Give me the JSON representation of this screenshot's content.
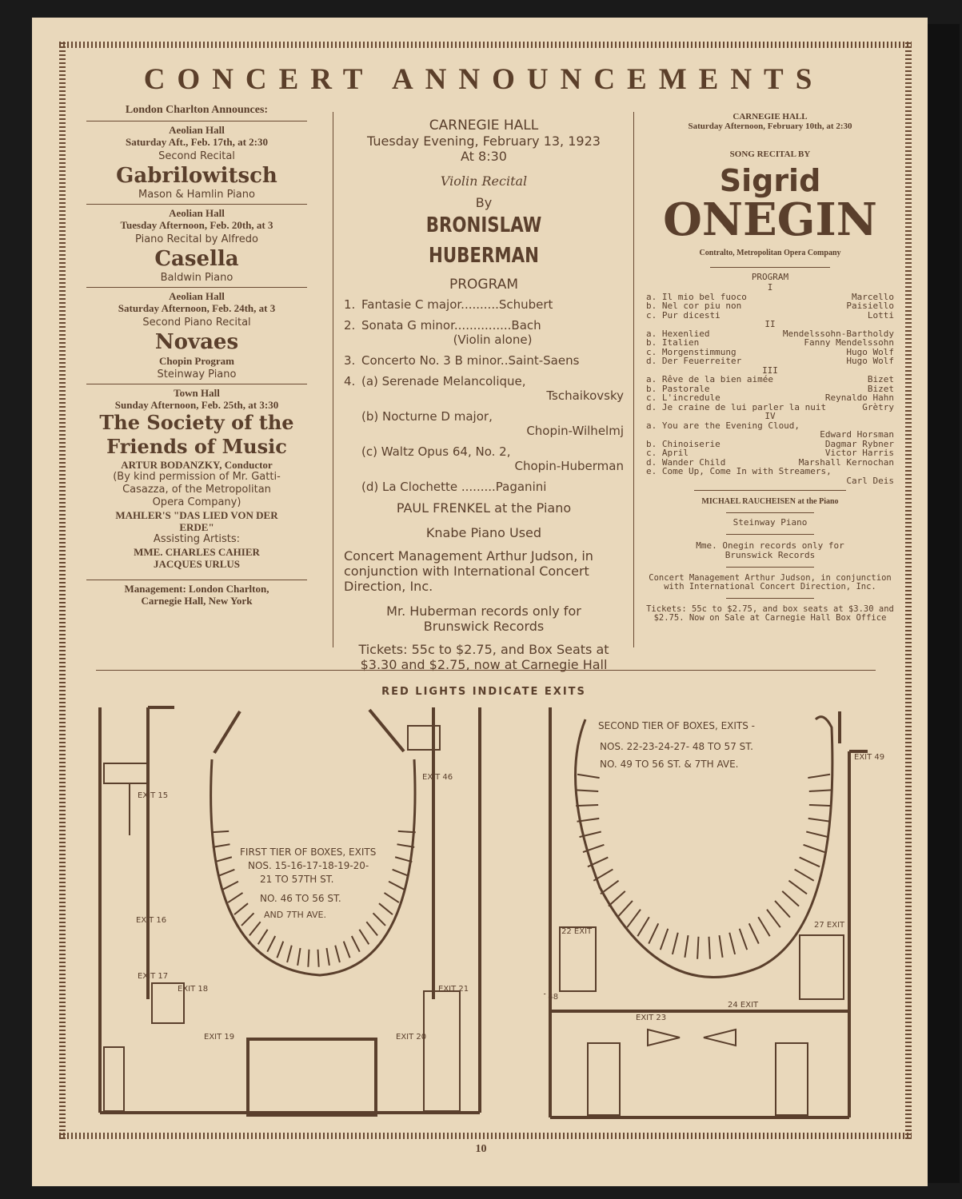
{
  "title": "CONCERT ANNOUNCEMENTS",
  "left": {
    "presenter": "London Charlton Announces:",
    "e1": {
      "venue": "Aeolian Hall",
      "date": "Saturday Aft., Feb. 17th, at 2:30",
      "kind": "Second Recital",
      "artist": "Gabrilowitsch",
      "piano": "Mason & Hamlin Piano"
    },
    "e2": {
      "venue": "Aeolian Hall",
      "date": "Tuesday Afternoon, Feb. 20th, at 3",
      "kind": "Piano Recital by Alfredo",
      "artist": "Casella",
      "piano": "Baldwin Piano"
    },
    "e3": {
      "venue": "Aeolian Hall",
      "date": "Saturday Afternoon, Feb. 24th, at 3",
      "kind": "Second Piano Recital",
      "artist": "Novaes",
      "program": "Chopin Program",
      "piano": "Steinway Piano"
    },
    "e4": {
      "venue": "Town Hall",
      "date": "Sunday Afternoon, Feb. 25th, at 3:30",
      "artist1": "The Society of the",
      "artist2": "Friends of Music",
      "conductor": "ARTUR BODANZKY, Conductor",
      "perm1": "(By kind permission of Mr. Gatti-",
      "perm2": "Casazza, of the Metropolitan",
      "perm3": "Opera Company)",
      "work1": "MAHLER'S \"DAS LIED VON DER",
      "work2": "ERDE\"",
      "assist": "Assisting Artists:",
      "a1": "MME. CHARLES CAHIER",
      "a2": "JACQUES URLUS"
    },
    "mgmt1": "Management: London Charlton,",
    "mgmt2": "Carnegie Hall, New York"
  },
  "center": {
    "venue": "CARNEGIE HALL",
    "date": "Tuesday Evening, February 13, 1923",
    "time": "At 8:30",
    "kind": "Violin Recital",
    "by": "By",
    "artist": "BRONISLAW HUBERMAN",
    "program": "PROGRAM",
    "items": [
      {
        "n": "1.",
        "t": "Fantasie C major..........Schubert"
      },
      {
        "n": "2.",
        "t": "Sonata G minor...............Bach",
        "t2": "(Violin alone)"
      },
      {
        "n": "3.",
        "t": "Concerto No. 3 B minor..Saint-Saens"
      },
      {
        "n": "4.",
        "t": "(a)  Serenade Melancolique,",
        "t2": "Tschaikovsky"
      },
      {
        "n": "",
        "t": "(b)  Nocturne D major,",
        "t2": "Chopin-Wilhelmj"
      },
      {
        "n": "",
        "t": "(c)  Waltz Opus 64, No. 2,",
        "t2": "Chopin-Huberman"
      },
      {
        "n": "",
        "t": "(d)  La Clochette .........Paganini"
      }
    ],
    "accomp": "PAUL FRENKEL at the Piano",
    "piano": "Knabe Piano Used",
    "mgmt": "Concert Management Arthur Judson, in conjunction with International Concert Direction, Inc.",
    "records1": "Mr. Huberman records only for",
    "records2": "Brunswick Records",
    "tickets": "Tickets: 55c to $2.75, and Box Seats at $3.30 and $2.75, now at Carnegie Hall"
  },
  "right": {
    "venue": "CARNEGIE HALL",
    "date": "Saturday Afternoon, February 10th, at 2:30",
    "kind": "SONG RECITAL BY",
    "first": "Sigrid",
    "last": "ONEGIN",
    "role": "Contralto, Metropolitan Opera Company",
    "program": "PROGRAM",
    "groups": [
      {
        "h": "I",
        "items": [
          [
            "a. Il mio bel fuoco",
            "Marcello"
          ],
          [
            "b. Nel cor piu non",
            "Paisiello"
          ],
          [
            "c. Pur dicesti",
            "Lotti"
          ]
        ]
      },
      {
        "h": "II",
        "items": [
          [
            "a. Hexenlied",
            "Mendelssohn-Bartholdy"
          ],
          [
            "b. Italien",
            "Fanny Mendelssohn"
          ],
          [
            "c. Morgenstimmung",
            "Hugo Wolf"
          ],
          [
            "d. Der Feuerreiter",
            "Hugo Wolf"
          ]
        ]
      },
      {
        "h": "III",
        "items": [
          [
            "a. Rêve de la bien aimée",
            "Bizet"
          ],
          [
            "b. Pastorale",
            "Bizet"
          ],
          [
            "c. L'incredule",
            "Reynaldo Hahn"
          ],
          [
            "d. Je craine de lui parler la nuit",
            "Grètry"
          ]
        ]
      },
      {
        "h": "IV",
        "items": [
          [
            "a. You are the Evening Cloud,",
            ""
          ],
          [
            "",
            "Edward Horsman"
          ],
          [
            "b. Chinoiserie",
            "Dagmar Rybner"
          ],
          [
            "c. April",
            "Victor Harris"
          ],
          [
            "d. Wander Child",
            "Marshall Kernochan"
          ],
          [
            "e. Come Up, Come In with Streamers,",
            ""
          ],
          [
            "",
            "Carl Deis"
          ]
        ]
      }
    ],
    "accomp": "MICHAEL RAUCHEISEN at the Piano",
    "piano": "Steinway Piano",
    "records1": "Mme. Onegin records only for",
    "records2": "Brunswick Records",
    "mgmt": "Concert Management Arthur Judson, in conjunction with International Concert Direction, Inc.",
    "tickets": "Tickets: 55c to $2.75, and box seats at $3.30 and $2.75. Now on Sale at Carnegie Hall Box Office"
  },
  "floor": {
    "heading": "RED LIGHTS INDICATE EXITS",
    "first_tier_1": "FIRST TIER OF BOXES, EXITS",
    "first_tier_2": "NOS. 15-16-17-18-19-20-",
    "first_tier_3": "21 TO 57TH ST.",
    "first_tier_4": "NO. 46 TO 56 ST.",
    "first_tier_5": "AND 7TH AVE.",
    "second_tier_1": "SECOND TIER OF BOXES, EXITS -",
    "second_tier_2": "NOS. 22-23-24-27- 48 TO 57 ST.",
    "second_tier_3": "NO. 49 TO 56 ST. & 7TH AVE.",
    "exits_left": [
      "EXIT 15",
      "EXIT 16",
      "EXIT 17",
      "EXIT 18",
      "EXIT 19",
      "EXIT 20",
      "EXIT 21",
      "EXIT 46"
    ],
    "exits_right": [
      "EXIT 49",
      "22 EXIT",
      "27 EXIT",
      "EXIT 48",
      "EXIT 23",
      "24 EXIT"
    ]
  },
  "page_number": "10"
}
